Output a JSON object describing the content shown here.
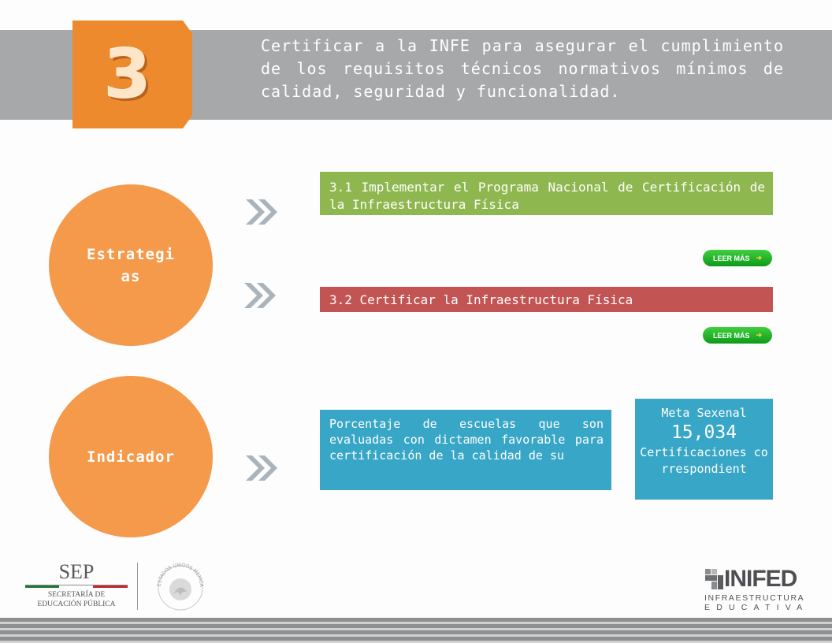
{
  "header": {
    "number": "3",
    "title": "Certificar a la INFE para asegurar el cumplimiento de los requisitos técnicos normativos mínimos de calidad, seguridad y funcionalidad."
  },
  "sections": {
    "strategies_label": "Estrategias",
    "indicator_label": "Indicador"
  },
  "strategies": [
    {
      "text": "3.1 Implementar el Programa Nacional de Certificación de la Infraestructura Física",
      "color": "#8fb74f"
    },
    {
      "text": "3.2 Certificar la Infraestructura Física",
      "color": "#c35454"
    }
  ],
  "read_more_label": "LEER MÁS",
  "indicator": {
    "text": "Porcentaje de escuelas que son evaluadas con dictamen favorable para certificación de la calidad de su",
    "meta_title": "Meta Sexenal",
    "meta_value": "15,034",
    "meta_unit": "Certificaciones correspondient"
  },
  "footer": {
    "sep_title": "SEP",
    "sep_subtitle_1": "SECRETARÍA DE",
    "sep_subtitle_2": "EDUCACIÓN PÚBLICA",
    "seal_text": "ESTADOS UNIDOS MEXICANOS",
    "inifed_logo": "INIFED",
    "inifed_line1": "INFRAESTRUCTURA",
    "inifed_line2": "EDUCATIVA"
  },
  "colors": {
    "banner": "#a7a8aa",
    "orange": "#ee8a2e",
    "circle": "#f5994b",
    "blue": "#38a6c7",
    "chevron": "#a9b4bc"
  }
}
